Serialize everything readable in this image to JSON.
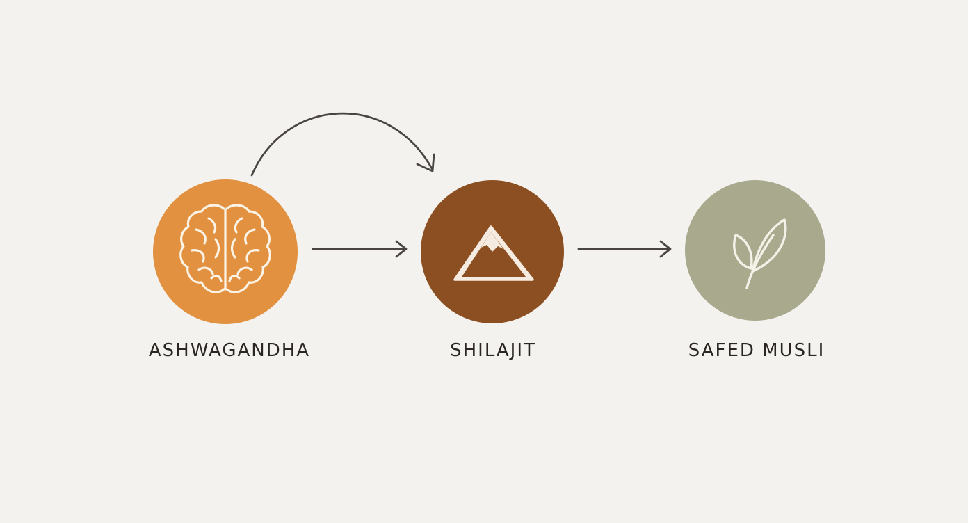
{
  "nodes": [
    {
      "label": "ASHWAGANDHA",
      "icon": "brain-icon",
      "color": "#e29140"
    },
    {
      "label": "SHILAJIT",
      "icon": "mountain-icon",
      "color": "#8c4f22"
    },
    {
      "label": "SAFED MUSLI",
      "icon": "leaf-icon",
      "color": "#a8a98d"
    }
  ],
  "colors": {
    "background": "#f3f2ee",
    "arrow": "#4a4540",
    "text": "#2b2622",
    "icon_stroke": "#fbf3e6"
  }
}
